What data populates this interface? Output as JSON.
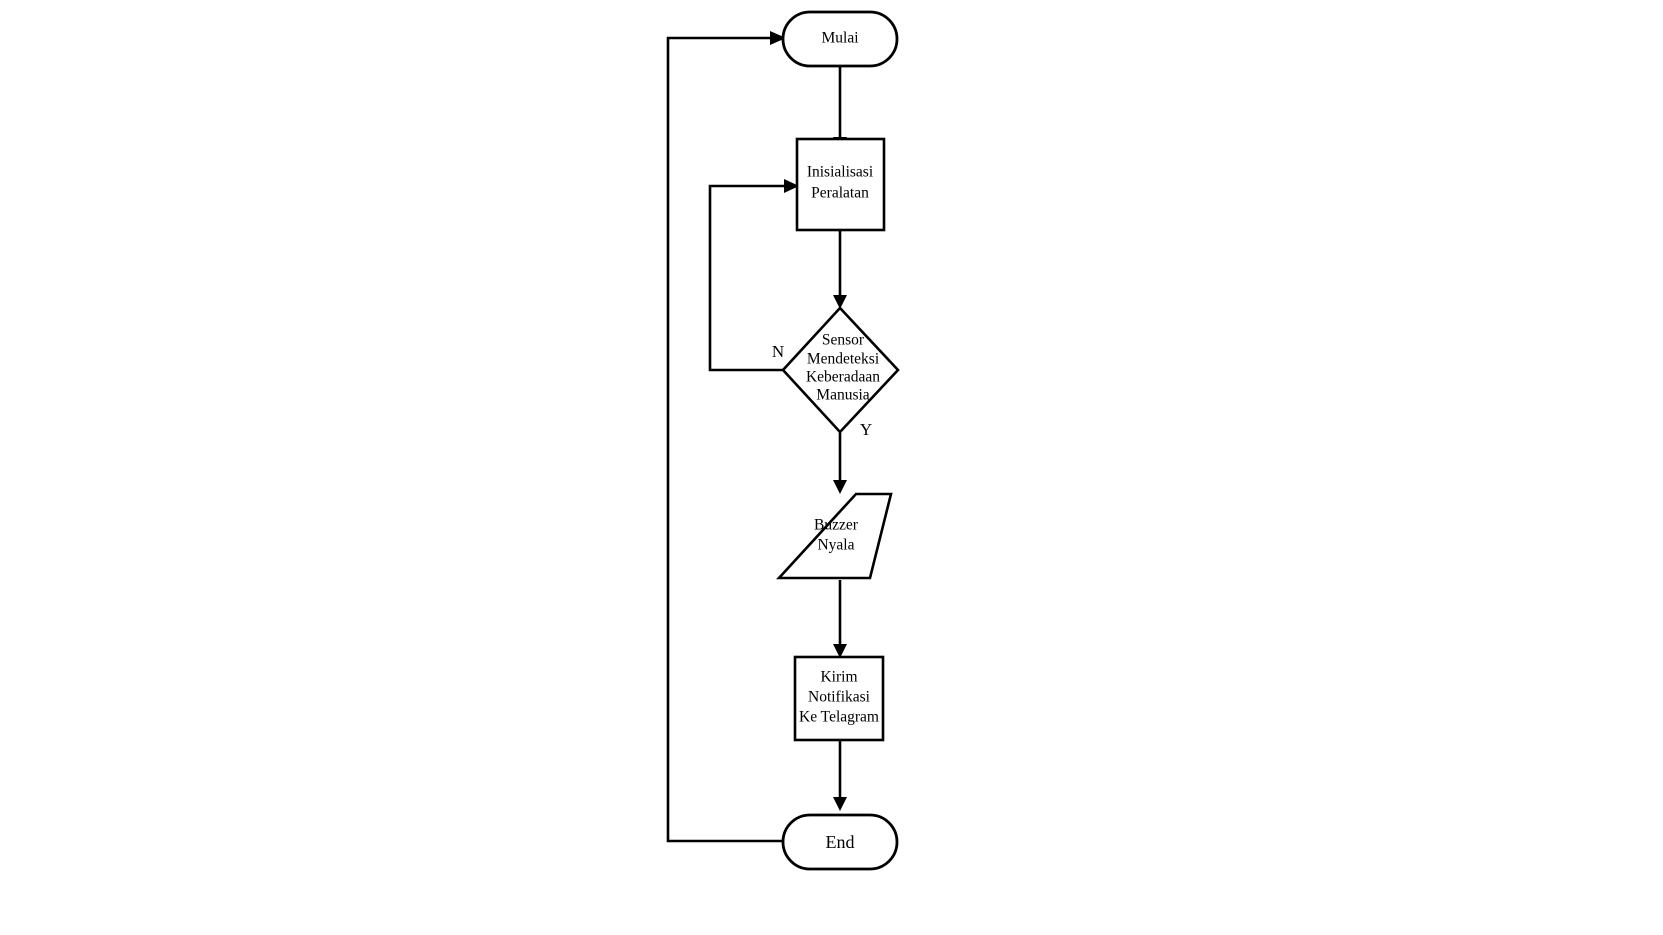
{
  "diagram": {
    "type": "flowchart",
    "title": "",
    "nodes": [
      {
        "id": "mulai",
        "shape": "terminator",
        "lines": [
          "Mulai"
        ],
        "text": "Mulai"
      },
      {
        "id": "inisialisasi",
        "shape": "process",
        "lines": [
          "Inisialisasi",
          "Peralatan"
        ],
        "text": "Inisialisasi Peralatan"
      },
      {
        "id": "sensor",
        "shape": "decision",
        "lines": [
          "Sensor",
          "Mendeteksi",
          "Keberadaan",
          "Manusia"
        ],
        "text": "Sensor Mendeteksi Keberadaan Manusia"
      },
      {
        "id": "buzzer",
        "shape": "input-output",
        "lines": [
          "Buzzer",
          "Nyala"
        ],
        "text": "Buzzer Nyala"
      },
      {
        "id": "telegram",
        "shape": "process",
        "lines": [
          "Kirim",
          "Notifikasi",
          "Ke Telagram"
        ],
        "text": "Kirim Notifikasi Ke Telagram"
      },
      {
        "id": "end",
        "shape": "terminator",
        "lines": [
          "End"
        ],
        "text": "End"
      }
    ],
    "branch_labels": {
      "no": "N",
      "yes": "Y"
    },
    "edges": [
      {
        "from": "end",
        "to": "mulai",
        "label": ""
      },
      {
        "from": "mulai",
        "to": "inisialisasi",
        "label": ""
      },
      {
        "from": "inisialisasi",
        "to": "sensor",
        "label": ""
      },
      {
        "from": "sensor",
        "to": "inisialisasi",
        "label": "N"
      },
      {
        "from": "sensor",
        "to": "buzzer",
        "label": "Y"
      },
      {
        "from": "buzzer",
        "to": "telegram",
        "label": ""
      },
      {
        "from": "telegram",
        "to": "end",
        "label": ""
      }
    ],
    "colors": {
      "stroke": "#000000",
      "fill": "#ffffff",
      "background": "#ffffff",
      "text": "#000000"
    }
  }
}
